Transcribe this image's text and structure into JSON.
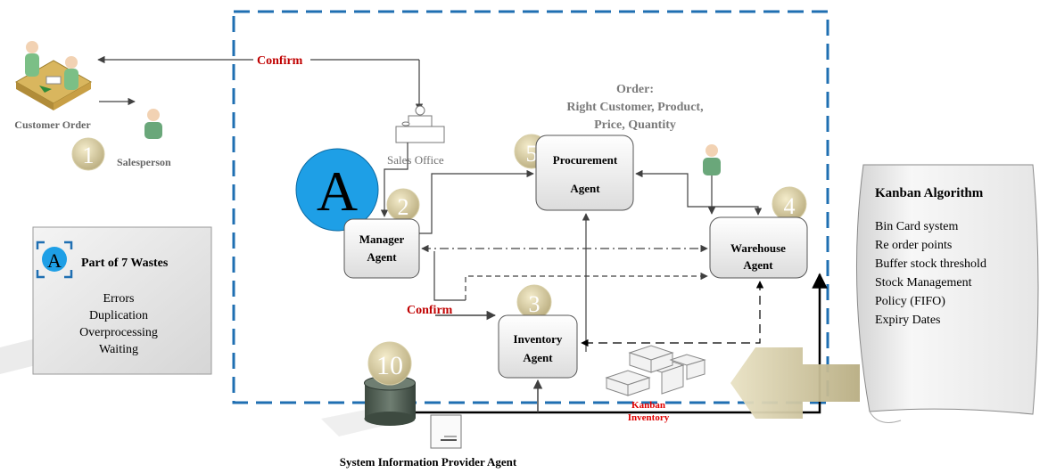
{
  "customer": {
    "label": "Customer Order"
  },
  "salesperson": {
    "label": "Salesperson",
    "step": "1"
  },
  "confirm_top": "Confirm",
  "confirm_mid": "Confirm",
  "order_text": [
    "Order:",
    "Right Customer, Product,",
    "Price, Quantity"
  ],
  "sales_office": "Sales Office",
  "badge_a": "A",
  "manager": {
    "step": "2",
    "line1": "Manager",
    "line2": "Agent"
  },
  "procurement": {
    "step": "5",
    "line1": "Procurement",
    "line2": "Agent"
  },
  "warehouse": {
    "step": "4",
    "line1": "Warehouse",
    "line2": "Agent"
  },
  "inventory": {
    "step": "3",
    "line1": "Inventory",
    "line2": "Agent"
  },
  "sip": {
    "step": "10",
    "label": "System Information Provider Agent"
  },
  "kanban_inventory": [
    "Kanban",
    "Inventory"
  ],
  "wastes": {
    "icon_letter": "A",
    "title": "Part of 7 Wastes",
    "items": [
      "Errors",
      "Duplication",
      "Overprocessing",
      "Waiting"
    ]
  },
  "kanban": {
    "title": "Kanban Algorithm",
    "items": [
      "Bin Card system",
      "Re order points",
      "Buffer stock threshold",
      "Stock Management",
      "Policy (FIFO)",
      "Expiry Dates"
    ]
  },
  "colors": {
    "frame": "#1f6fb2",
    "confirm": "#c00000",
    "badge": "#1e9fe6",
    "node_text": "#000000",
    "label_gray": "#666666"
  }
}
